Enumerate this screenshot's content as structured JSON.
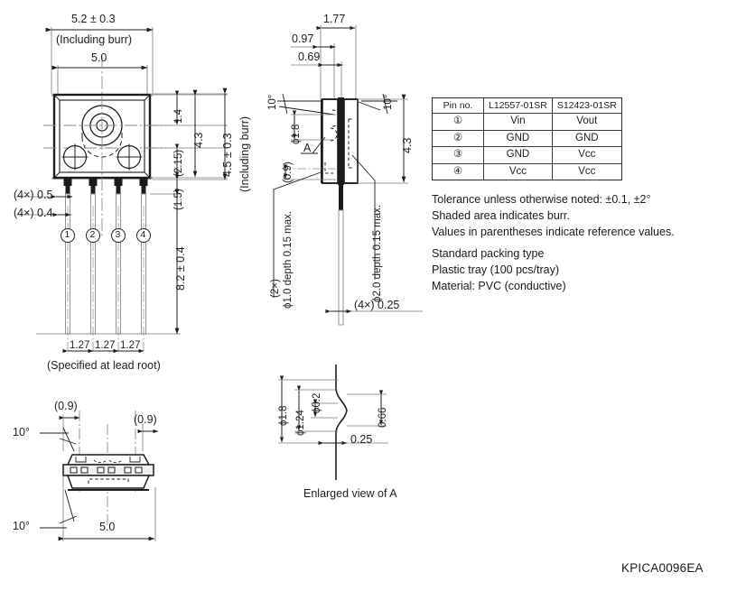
{
  "document": {
    "code": "KPICA0096EA",
    "type": "mechanical-outline-drawing"
  },
  "views": {
    "front": {
      "name": "front-view",
      "dimensions": {
        "width_burr": "5.2 ± 0.3",
        "width_burr_note": "(Including burr)",
        "width_body": "5.0",
        "height_top_hole": "1.4",
        "height_body": "4.3",
        "height_ref": "(2.15)",
        "height_lead_root": "(1.5)",
        "height_burr": "4.5 ± 0.3",
        "height_burr_note": "(Including burr)",
        "lead_width_a": "(4×) 0.5",
        "lead_width_b": "(4×) 0.4",
        "lead_length": "8.2 ± 0.4",
        "pitch_1": "1.27",
        "pitch_2": "1.27",
        "pitch_3": "1.27",
        "pitch_note": "(Specified at lead root)"
      },
      "pin_labels": [
        "1",
        "2",
        "3",
        "4"
      ]
    },
    "side": {
      "name": "side-view",
      "dimensions": {
        "total_thickness": "1.77",
        "dim_097": "0.97",
        "dim_069": "0.69",
        "angle_left": "10°",
        "angle_right": "10°",
        "hole_dia": "ϕ1.8",
        "detail_marker": "A",
        "body_height": "4.3",
        "dim_09_ref": "(0.9)",
        "hole_small_qty": "(2×)",
        "hole_small": "ϕ1.0 depth 0.15 max.",
        "hole_large": "ϕ2.0 depth 0.15 max.",
        "lead_thickness": "(4×) 0.25"
      }
    },
    "bottom": {
      "name": "bottom-view",
      "dimensions": {
        "ref_left": "(0.9)",
        "ref_right": "(0.9)",
        "angle_top": "10°",
        "angle_bottom": "10°",
        "width": "5.0"
      }
    },
    "detail_a": {
      "name": "enlarged-view-a",
      "caption": "Enlarged view of A",
      "dimensions": {
        "dia_18": "ϕ1.8",
        "dia_124": "ϕ1.24",
        "dia_02": "ϕ0.2",
        "dim_066": "0.66",
        "dim_025": "0.25"
      }
    }
  },
  "pin_table": {
    "headers": [
      "Pin no.",
      "L12557-01SR",
      "S12423-01SR"
    ],
    "rows": [
      {
        "pin": "①",
        "l12557": "Vin",
        "s12423": "Vout"
      },
      {
        "pin": "②",
        "l12557": "GND",
        "s12423": "GND"
      },
      {
        "pin": "③",
        "l12557": "GND",
        "s12423": "Vcc"
      },
      {
        "pin": "④",
        "l12557": "Vcc",
        "s12423": "Vcc"
      }
    ]
  },
  "notes": {
    "line1": "Tolerance unless otherwise noted: ±0.1, ±2°",
    "line2": "Shaded area indicates burr.",
    "line3": "Values in parentheses indicate reference values."
  },
  "packing": {
    "line1": "Standard packing type",
    "line2": "Plastic tray (100 pcs/tray)",
    "line3": "Material: PVC (conductive)"
  },
  "colors": {
    "line": "#1d1d1d",
    "thin": "#6d6d6d",
    "burr": "#b9b9b9",
    "fill": "#ffffff",
    "dark_fill": "#1a1a1a"
  }
}
